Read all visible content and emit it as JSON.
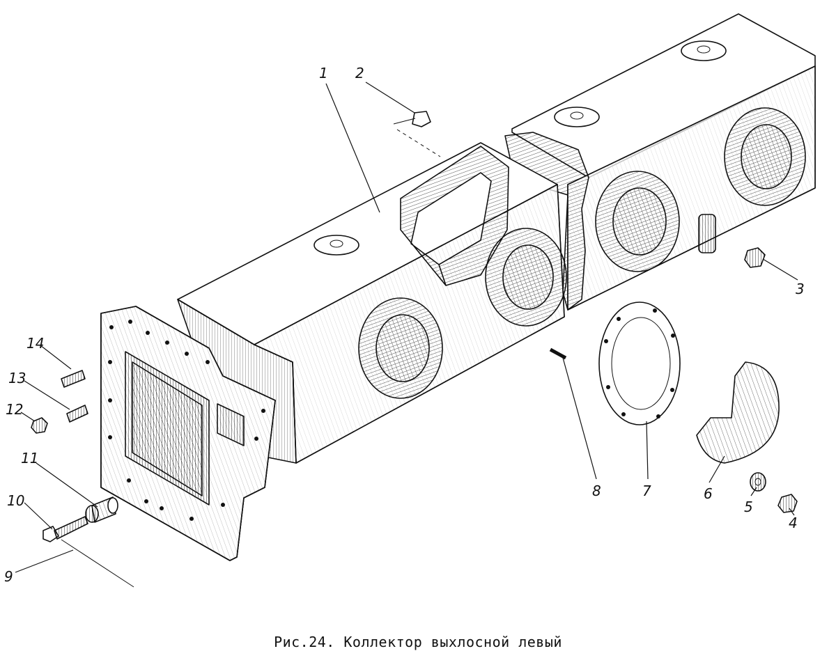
{
  "caption": "Рис.24. Коллектор выхлосной левый",
  "callouts": [
    "1",
    "2",
    "3",
    "4",
    "5",
    "6",
    "7",
    "8",
    "9",
    "10",
    "11",
    "12",
    "13",
    "14"
  ],
  "parts": [
    {
      "id": "1",
      "name": "main-manifold-housing-icon"
    },
    {
      "id": "2",
      "name": "bolt-icon"
    },
    {
      "id": "3",
      "name": "nut-icon"
    },
    {
      "id": "4",
      "name": "nut-icon"
    },
    {
      "id": "5",
      "name": "washer-icon"
    },
    {
      "id": "6",
      "name": "cover-plate-icon"
    },
    {
      "id": "7",
      "name": "gasket-icon"
    },
    {
      "id": "8",
      "name": "pin-icon"
    },
    {
      "id": "9",
      "name": "cotter-wire-icon"
    },
    {
      "id": "10",
      "name": "bolt-icon"
    },
    {
      "id": "11",
      "name": "bushing-icon"
    },
    {
      "id": "12",
      "name": "nut-icon"
    },
    {
      "id": "13",
      "name": "stud-icon"
    },
    {
      "id": "14",
      "name": "stud-icon"
    }
  ]
}
